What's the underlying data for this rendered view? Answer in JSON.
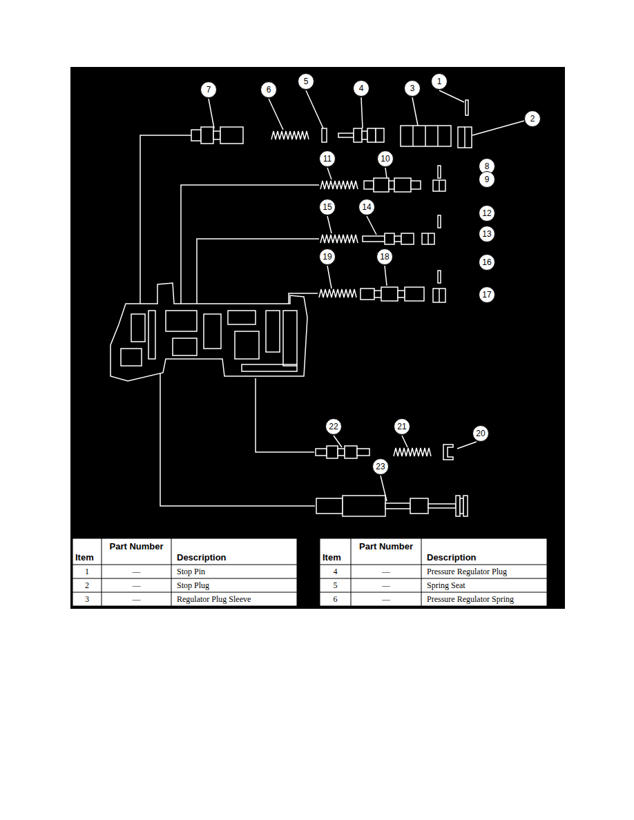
{
  "diagram": {
    "labels": [
      "1",
      "2",
      "3",
      "4",
      "5",
      "6",
      "7",
      "8",
      "9",
      "10",
      "11",
      "12",
      "13",
      "14",
      "15",
      "16",
      "17",
      "18",
      "19",
      "20",
      "21",
      "22",
      "23",
      "Item",
      "Part Number",
      "Description",
      "1",
      "—",
      "Stop Pin",
      "2",
      "—",
      "Stop Plug",
      "3",
      "—",
      "Regulator Plug Sleeve",
      "Item",
      "Part Number",
      "Description",
      "4",
      "—",
      "Pressure Regulator Plug",
      "5",
      "—",
      "Spring Seat",
      "6",
      "—",
      "Pressure Regulator Spring"
    ]
  }
}
